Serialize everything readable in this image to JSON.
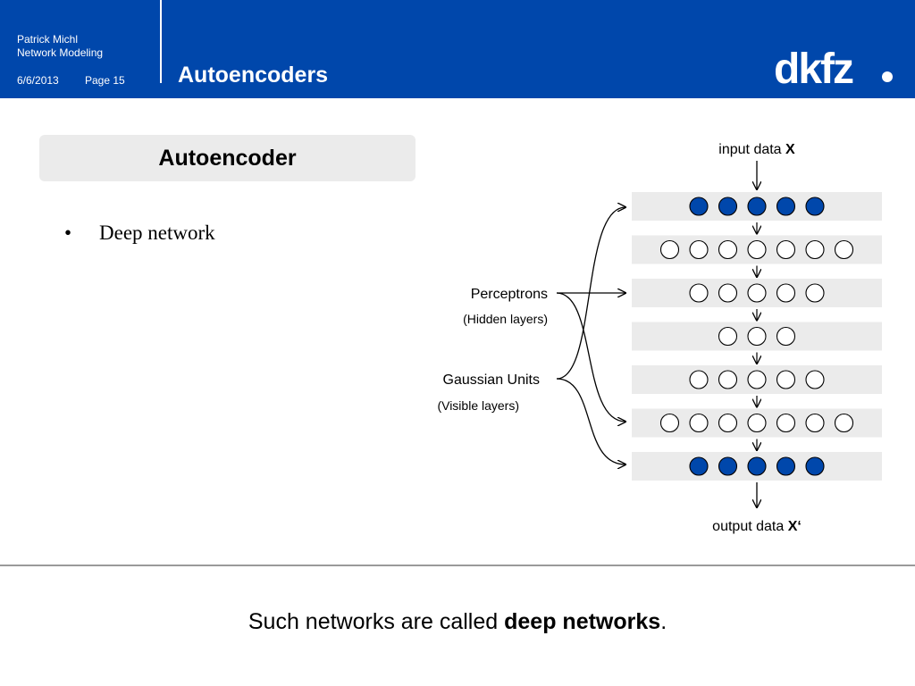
{
  "header": {
    "author": "Patrick Michl",
    "course": "Network Modeling",
    "date": "6/6/2013",
    "page": "Page 15",
    "title": "Autoencoders",
    "logo": "dkfz"
  },
  "section": {
    "title": "Autoencoder"
  },
  "bullets": [
    {
      "marker": "•",
      "text": "Deep network"
    }
  ],
  "diagram": {
    "input_label": "input data ",
    "input_symbol": "X",
    "output_label": "output data ",
    "output_symbol": "X‘",
    "perceptrons_label": "Perceptrons",
    "perceptrons_sub": "(Hidden layers)",
    "gaussian_label": "Gaussian Units",
    "gaussian_sub": "(Visible layers)",
    "layers": [
      {
        "units": 5,
        "type": "visible"
      },
      {
        "units": 7,
        "type": "hidden"
      },
      {
        "units": 5,
        "type": "hidden"
      },
      {
        "units": 3,
        "type": "hidden"
      },
      {
        "units": 5,
        "type": "hidden"
      },
      {
        "units": 7,
        "type": "hidden"
      },
      {
        "units": 5,
        "type": "visible"
      }
    ]
  },
  "footer": {
    "text_prefix": "Such networks are called ",
    "text_bold": "deep networks",
    "text_suffix": "."
  },
  "colors": {
    "header_blue": "#0047ab",
    "visible_unit_fill": "#0047ab",
    "layer_bg": "#ebebeb"
  }
}
